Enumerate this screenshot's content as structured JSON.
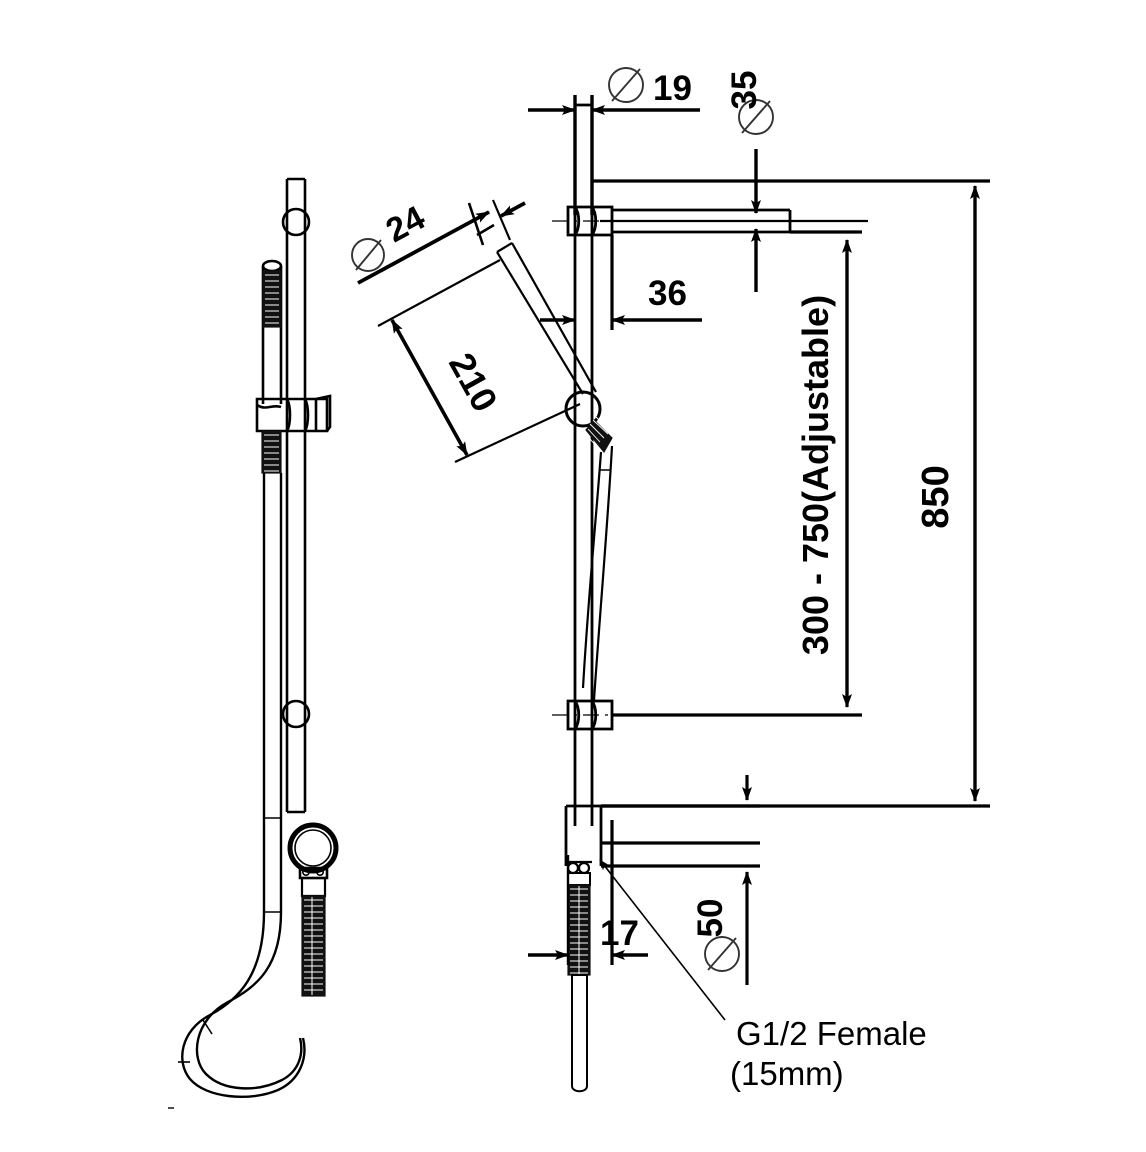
{
  "drawing": {
    "title": "Shower rail and riser technical drawing",
    "type": "engineering-dimension-drawing",
    "units": "mm",
    "background_color": "#ffffff",
    "line_color": "#000000",
    "views": [
      {
        "name": "slide-rail-handshower-assembly",
        "position": "left"
      },
      {
        "name": "riser-rail-shower-assembly",
        "position": "center"
      }
    ]
  },
  "dimensions": {
    "dia19": {
      "label": "19",
      "symbol": "Ø",
      "full": "Ø 19",
      "orientation": "horizontal",
      "target": "riser-tube-diameter"
    },
    "dia35": {
      "label": "35",
      "symbol": "Ø",
      "full": "Ø 35",
      "orientation": "vertical-rotated",
      "target": "shower-arm-diameter"
    },
    "dia24": {
      "label": "24",
      "symbol": "Ø",
      "full": "Ø 24",
      "orientation": "angled",
      "target": "handshower-diameter"
    },
    "dia50": {
      "label": "50",
      "symbol": "Ø",
      "full": "Ø 50",
      "orientation": "vertical-rotated",
      "target": "wall-flange-diameter"
    },
    "len210": {
      "label": "210",
      "orientation": "angled",
      "target": "handshower-length"
    },
    "len36": {
      "label": "36",
      "orientation": "horizontal",
      "target": "bracket-offset"
    },
    "len17": {
      "label": "17",
      "orientation": "horizontal",
      "target": "inlet-thread-length"
    },
    "adjustable_range": {
      "label": "300 - 750(Adjustable)",
      "orientation": "vertical-rotated",
      "target": "bracket-travel"
    },
    "overall_height": {
      "label": "850",
      "orientation": "vertical-rotated",
      "target": "overall-height"
    }
  },
  "annotations": {
    "inlet_thread": {
      "line1": "G1/2 Female",
      "line2": "(15mm)",
      "target": "bottom-inlet-connection"
    }
  },
  "colors": {
    "line": "#000000",
    "background": "#ffffff",
    "thin_line": "#1a1a1a"
  }
}
